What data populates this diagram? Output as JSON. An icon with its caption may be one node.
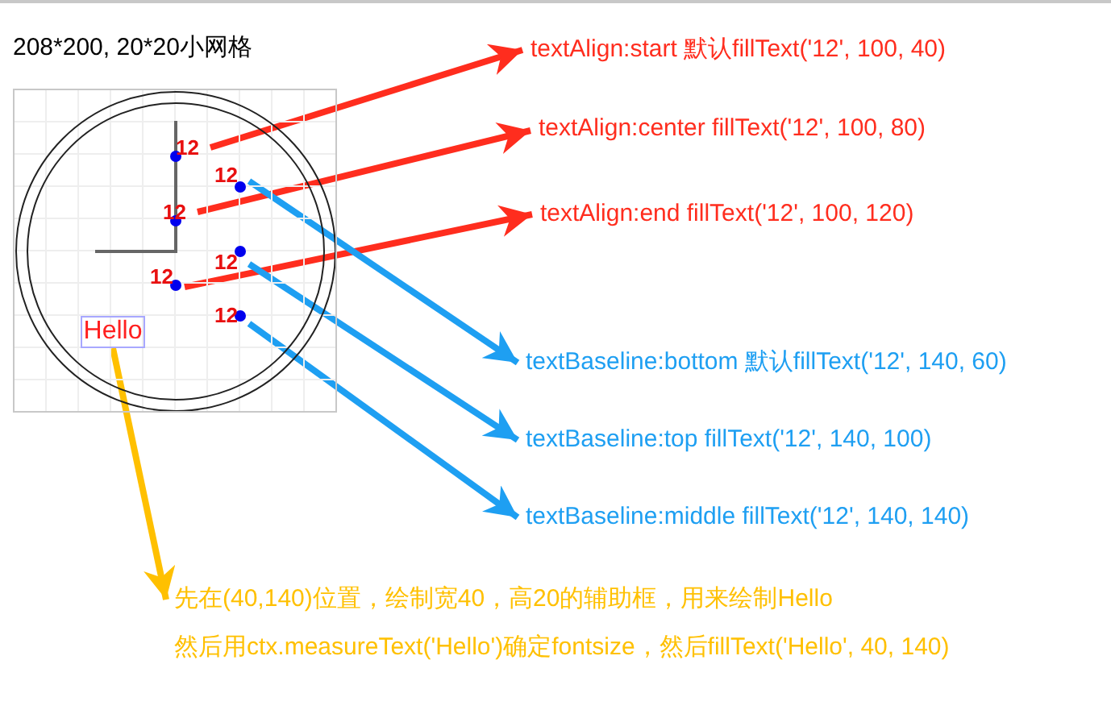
{
  "diagram": {
    "title": "208*200, 20*20小网格",
    "nodes": [
      {
        "text": [],
        "shape": "box"
      },
      {
        "text": [
          "12"
        ],
        "in": 0
      },
      {
        "text": [
          "12"
        ],
        "in": 0
      },
      {
        "text": [
          "12"
        ],
        "in": 0
      },
      {
        "text": [
          "12"
        ],
        "in": 0
      },
      {
        "text": [
          "12"
        ],
        "in": 0
      },
      {
        "text": [
          "12"
        ],
        "in": 0
      },
      {
        "text": [
          "Hello"
        ],
        "in": 0
      },
      {
        "text": [
          "textAlign:start 默认fillText('12', 100, 40)"
        ]
      },
      {
        "text": [
          "textAlign:center fillText('12', 100, 80)"
        ]
      },
      {
        "text": [
          "textAlign:end fillText('12', 100, 120)"
        ]
      },
      {
        "text": [
          "textBaseline:bottom 默认fillText('12', 140, 60)"
        ]
      },
      {
        "text": [
          "textBaseline:top fillText('12', 140, 100)"
        ]
      },
      {
        "text": [
          "textBaseline:middle fillText('12', 140, 140)"
        ]
      },
      {
        "text": [
          "先在(40,140)位置，绘制宽40，高20的辅助框，用来绘制Hello",
          "然后用ctx.measureText('Hello')确定fontsize，然后fillText('Hello', 40, 140)"
        ]
      }
    ],
    "edges": [
      {
        "from": 1,
        "to": 8,
        "arrow": "to",
        "color": "#ff2d1e"
      },
      {
        "from": 3,
        "to": 9,
        "arrow": "to",
        "color": "#ff2d1e"
      },
      {
        "from": 5,
        "to": 10,
        "arrow": "to",
        "color": "#ff2d1e"
      },
      {
        "from": 2,
        "to": 11,
        "arrow": "to",
        "color": "#1e9ff2"
      },
      {
        "from": 4,
        "to": 12,
        "arrow": "to",
        "color": "#1e9ff2"
      },
      {
        "from": 6,
        "to": 13,
        "arrow": "to",
        "color": "#1e9ff2"
      },
      {
        "from": 7,
        "to": 14,
        "arrow": "to",
        "color": "#ffc000"
      }
    ]
  }
}
